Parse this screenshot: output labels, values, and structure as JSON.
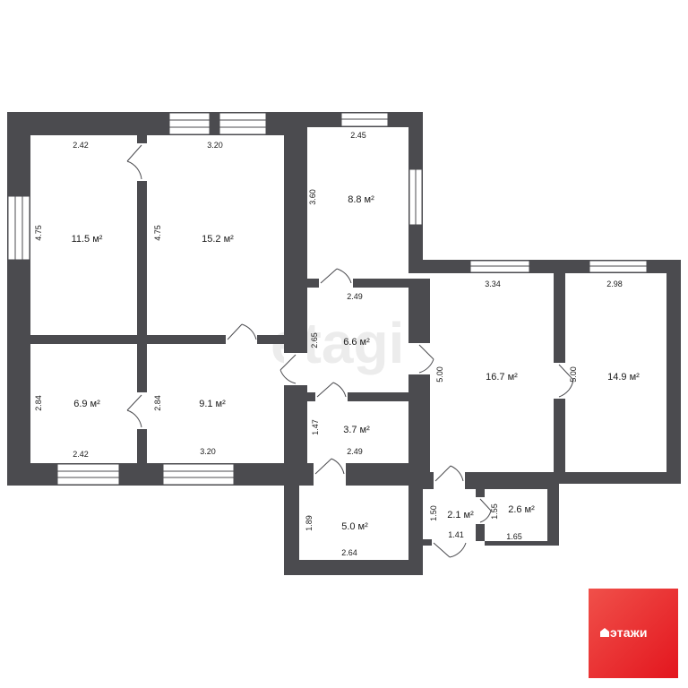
{
  "rooms": [
    {
      "id": "r1",
      "area": "11.5 м²",
      "width": "2.42",
      "height": "4.75"
    },
    {
      "id": "r2",
      "area": "15.2 м²",
      "width": "3.20",
      "height": "4.75"
    },
    {
      "id": "r3",
      "area": "8.8 м²",
      "width": "2.45",
      "height": "3.60"
    },
    {
      "id": "r4",
      "area": "6.6 м²",
      "width": "2.49",
      "height": "2.65"
    },
    {
      "id": "r5",
      "area": "16.7 м²",
      "width": "3.34",
      "height": "5.00"
    },
    {
      "id": "r6",
      "area": "14.9 м²",
      "width": "2.98",
      "height": "5.00"
    },
    {
      "id": "r7",
      "area": "6.9 м²",
      "width": "2.42",
      "height": "2.84"
    },
    {
      "id": "r8",
      "area": "9.1 м²",
      "width": "3.20",
      "height": "2.84"
    },
    {
      "id": "r9",
      "area": "3.7 м²",
      "width": "2.49",
      "height": "1.47"
    },
    {
      "id": "r10",
      "area": "5.0 м²",
      "width": "2.64",
      "height": "1.89"
    },
    {
      "id": "r11",
      "area": "2.1 м²",
      "width": "1.41",
      "height": "1.50"
    },
    {
      "id": "r12",
      "area": "2.6 м²",
      "width": "1.65",
      "height": "1.55"
    }
  ],
  "watermark": "etagi",
  "logo": {
    "text": "этажи",
    "color": "#e3161e"
  },
  "colors": {
    "wall": "#4b4b4f",
    "window": "#ffffff",
    "background": "#ffffff"
  }
}
